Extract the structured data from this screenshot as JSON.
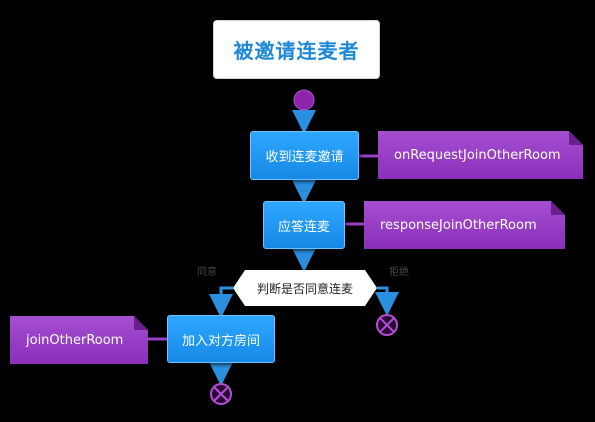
{
  "title": "被邀请连麦者",
  "actions": {
    "receive": "收到连麦邀请",
    "respond": "应答连麦",
    "join": "加入对方房间"
  },
  "decision": "判断是否同意连麦",
  "guards": {
    "agree": "同意",
    "reject": "拒绝"
  },
  "notes": {
    "receive": "onRequestJoinOtherRoom",
    "respond": "responseJoinOtherRoom",
    "join": "joinOtherRoom"
  },
  "colors": {
    "action": "#1e90f0",
    "note": "#9a3fc8",
    "node": "#8e24aa",
    "arrow": "#2b8fe0"
  }
}
